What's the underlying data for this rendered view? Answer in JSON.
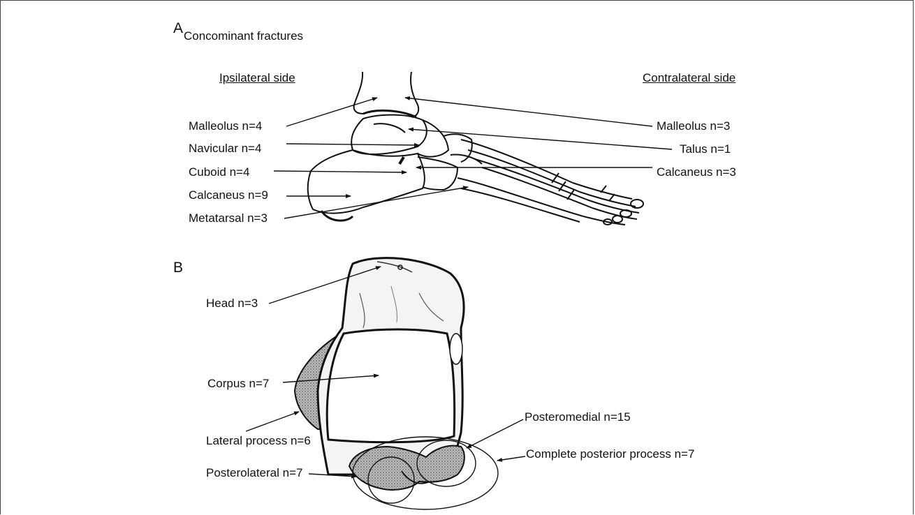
{
  "panel_a": {
    "letter": "A",
    "title": "Concominant fractures",
    "ipsilateral_header": "Ipsilateral side",
    "contralateral_header": "Contralateral side",
    "ipsilateral": [
      "Malleolus n=4",
      "Navicular n=4",
      "Cuboid n=4",
      "Calcaneus n=9",
      "Metatarsal n=3"
    ],
    "contralateral": [
      "Malleolus n=3",
      "Talus n=1",
      "Calcaneus n=3"
    ]
  },
  "panel_b": {
    "letter": "B",
    "labels": {
      "head": "Head n=3",
      "corpus": "Corpus n=7",
      "lateral_process": "Lateral process n=6",
      "posterolateral": "Posterolateral n=7",
      "posteromedial": "Posteromedial n=15",
      "complete_posterior": "Complete posterior process n=7"
    }
  }
}
